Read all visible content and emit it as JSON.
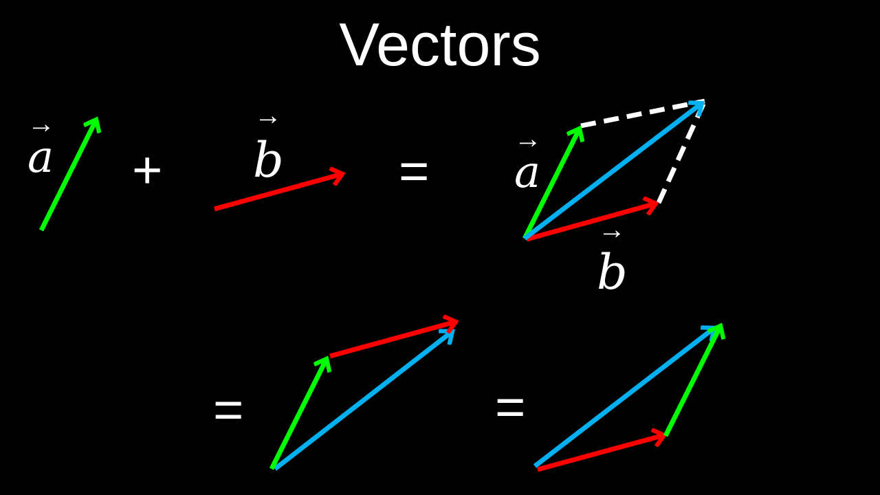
{
  "title": "Vectors",
  "colors": {
    "background": "#000000",
    "vector_a": "#00ff00",
    "vector_b": "#ff0000",
    "vector_sum": "#00b0f0",
    "dashed": "#ffffff",
    "text": "#ffffff"
  },
  "labels": {
    "a": "a",
    "b": "b",
    "plus": "+",
    "equals": "="
  },
  "panels": [
    {
      "name": "vector-a-alone",
      "vectors": [
        {
          "id": "a",
          "from": [
            60,
            335
          ],
          "to": [
            142,
            170
          ]
        }
      ]
    },
    {
      "name": "vector-b-alone",
      "vectors": [
        {
          "id": "b",
          "from": [
            312,
            304
          ],
          "to": [
            502,
            252
          ]
        }
      ]
    },
    {
      "name": "parallelogram",
      "vectors": [
        {
          "id": "a",
          "from": [
            763,
            347
          ],
          "to": [
            845,
            183
          ]
        },
        {
          "id": "b",
          "from": [
            766,
            348
          ],
          "to": [
            958,
            295
          ]
        },
        {
          "id": "sum",
          "from": [
            763,
            347
          ],
          "to": [
            1025,
            147
          ]
        }
      ],
      "dashed": [
        [
          [
            845,
            183
          ],
          [
            1025,
            147
          ]
        ],
        [
          [
            958,
            295
          ],
          [
            1025,
            147
          ]
        ]
      ]
    },
    {
      "name": "a-then-b",
      "vectors": [
        {
          "id": "a",
          "from": [
            395,
            682
          ],
          "to": [
            477,
            518
          ]
        },
        {
          "id": "b",
          "from": [
            480,
            518
          ],
          "to": [
            667,
            467
          ]
        },
        {
          "id": "sum",
          "from": [
            400,
            682
          ],
          "to": [
            662,
            479
          ]
        }
      ]
    },
    {
      "name": "b-then-a",
      "vectors": [
        {
          "id": "b",
          "from": [
            782,
            683
          ],
          "to": [
            970,
            632
          ]
        },
        {
          "id": "a",
          "from": [
            968,
            634
          ],
          "to": [
            1050,
            470
          ]
        },
        {
          "id": "sum",
          "from": [
            778,
            678
          ],
          "to": [
            1043,
            474
          ]
        }
      ]
    }
  ]
}
